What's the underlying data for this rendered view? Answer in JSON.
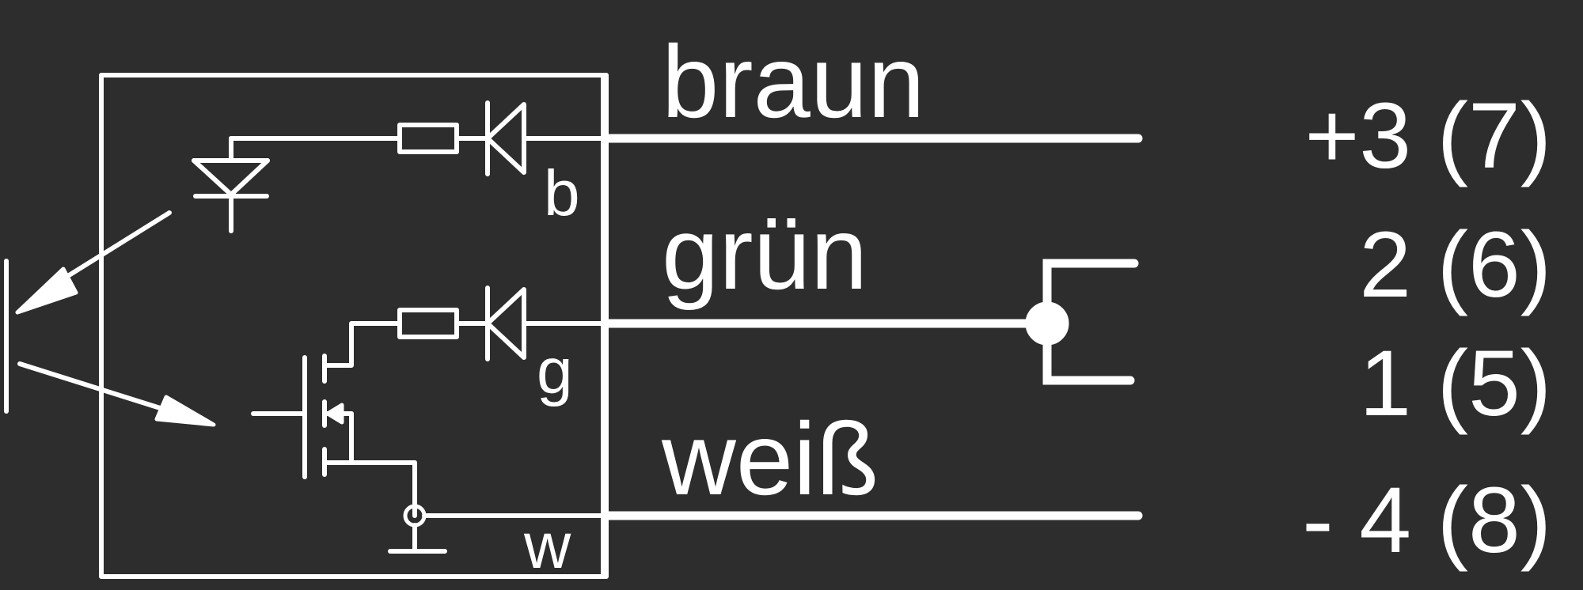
{
  "colors": {
    "background": "#2d2d2d",
    "foreground": "#ffffff"
  },
  "wires": [
    {
      "name": "braun",
      "pin": "+3 (7)",
      "letter": "b"
    },
    {
      "name": "grün",
      "pin": "2 (6)",
      "letter": "g"
    },
    {
      "pin": "1 (5)"
    },
    {
      "name": "weiß",
      "pin": "- 4 (8)",
      "letter": "w"
    }
  ],
  "icons": [
    "photodiode-icon",
    "emitter-arrow-icon",
    "receiver-arrow-icon",
    "resistor-icon",
    "diode-icon",
    "transistor-icon",
    "switch-contact-icon",
    "ground-icon"
  ]
}
